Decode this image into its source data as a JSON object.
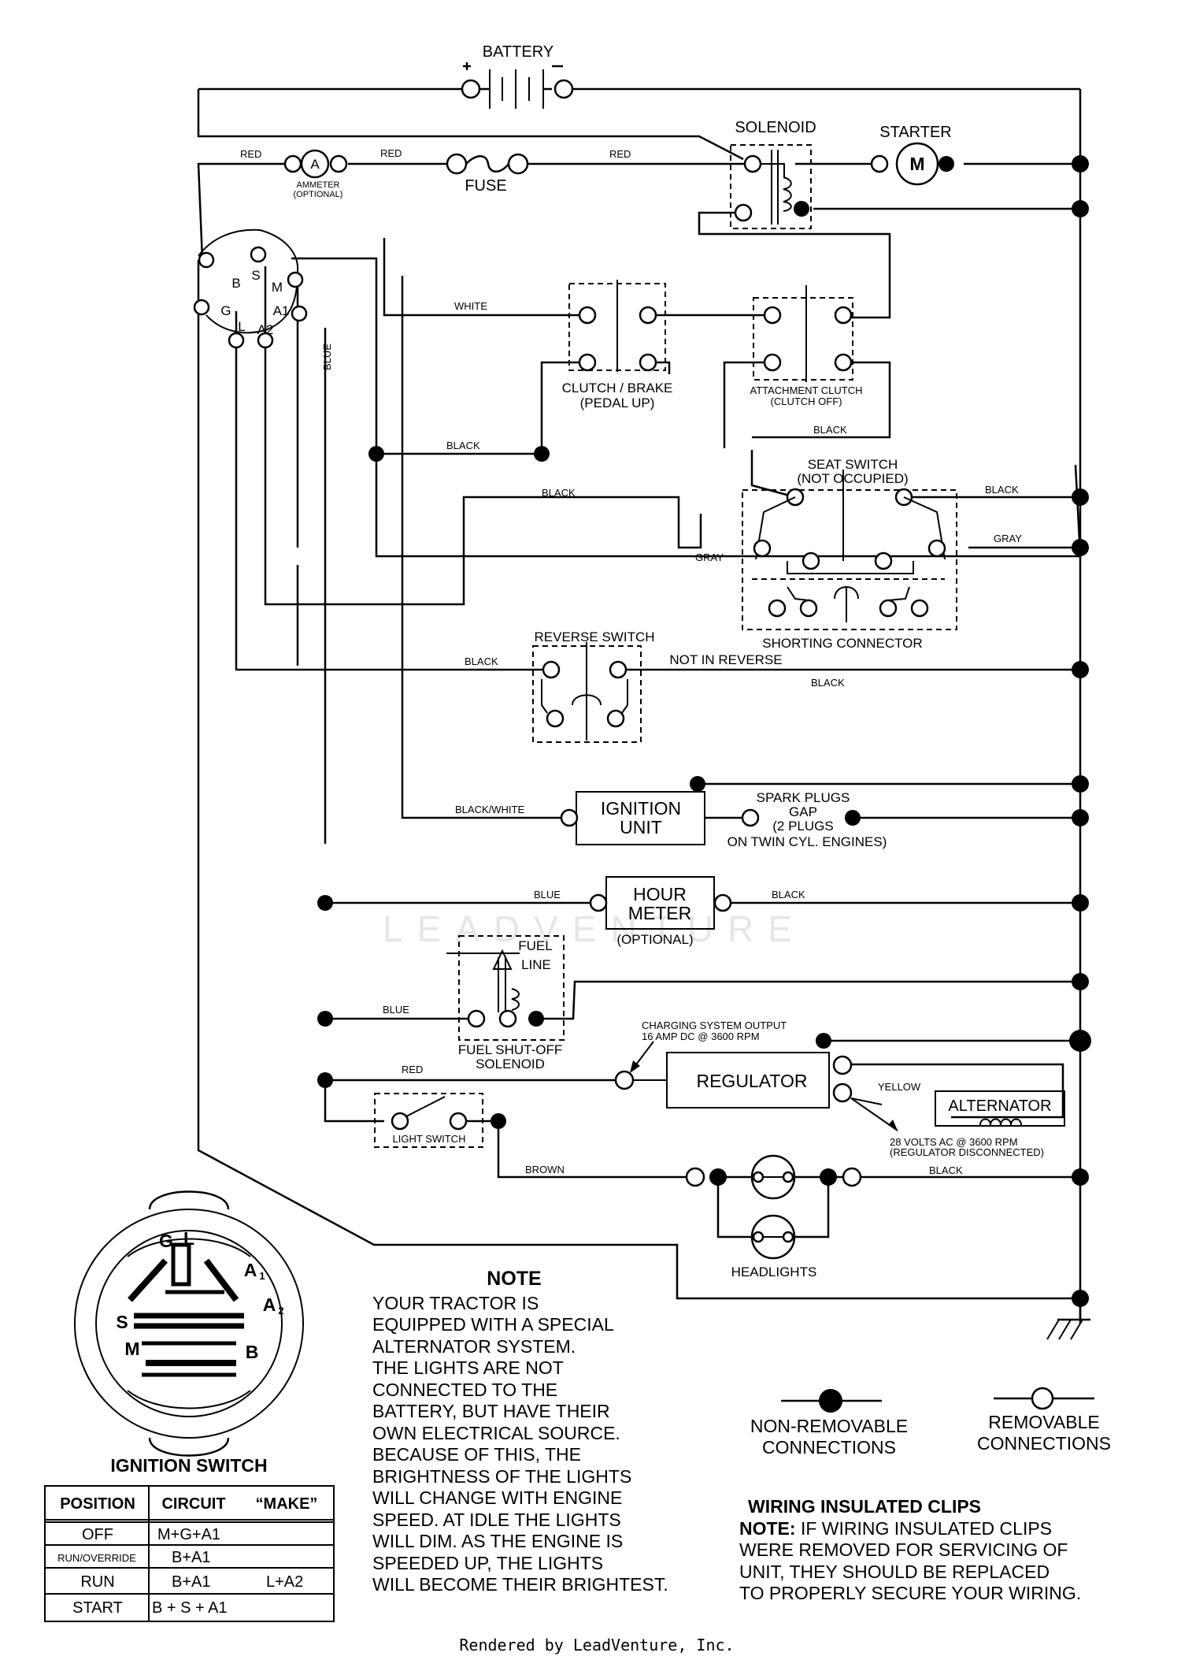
{
  "components": {
    "battery": "BATTERY",
    "solenoid": "SOLENOID",
    "starter": "STARTER",
    "starter_symbol": "M",
    "ammeter_symbol": "A",
    "ammeter": [
      "AMMETER",
      "(OPTIONAL)"
    ],
    "fuse": "FUSE",
    "clutch_brake": [
      "CLUTCH / BRAKE",
      "(PEDAL UP)"
    ],
    "attachment_clutch": [
      "ATTACHMENT CLUTCH",
      "(CLUTCH OFF)"
    ],
    "seat_switch": [
      "SEAT SWITCH",
      "(NOT OCCUPIED)"
    ],
    "shorting_connector": "SHORTING CONNECTOR",
    "reverse_switch": "REVERSE SWITCH",
    "not_in_reverse": "NOT IN REVERSE",
    "ignition_unit": [
      "IGNITION",
      "UNIT"
    ],
    "spark_plugs": [
      "SPARK PLUGS",
      "GAP",
      "(2 PLUGS",
      "ON TWIN CYL. ENGINES)"
    ],
    "hour_meter": [
      "HOUR",
      "METER"
    ],
    "hour_meter_optional": "(OPTIONAL)",
    "fuel_line": [
      "FUEL",
      "LINE"
    ],
    "fuel_solenoid": [
      "FUEL SHUT-OFF",
      "SOLENOID"
    ],
    "charging_output": [
      "CHARGING SYSTEM OUTPUT",
      "16 AMP DC @ 3600 RPM"
    ],
    "regulator": "REGULATOR",
    "alternator": "ALTERNATOR",
    "alternator_output": [
      "28 VOLTS AC @ 3600 RPM",
      "(REGULATOR DISCONNECTED)"
    ],
    "light_switch": "LIGHT SWITCH",
    "headlights": "HEADLIGHTS"
  },
  "switch_terminals": [
    "B",
    "S",
    "M",
    "G",
    "L",
    "A1",
    "A2"
  ],
  "wires": {
    "red": "RED",
    "white": "WHITE",
    "blue": "BLUE",
    "black": "BLACK",
    "gray": "GRAY",
    "black_white": "BLACK/WHITE",
    "yellow": "YELLOW",
    "brown": "BROWN"
  },
  "ignition_face": {
    "letters": [
      "G",
      "L",
      "A",
      "A",
      "S",
      "M",
      "B"
    ],
    "subscripts": [
      "1",
      "2"
    ]
  },
  "ignition_switch": {
    "title": "IGNITION SWITCH",
    "headers": [
      "POSITION",
      "CIRCUIT",
      "“MAKE”"
    ],
    "rows": [
      {
        "position": "OFF",
        "circuit": "M+G+A1",
        "make": ""
      },
      {
        "position": "RUN/OVERRIDE",
        "circuit": "B+A1",
        "make": ""
      },
      {
        "position": "RUN",
        "circuit": "B+A1",
        "make": "L+A2"
      },
      {
        "position": "START",
        "circuit": "B + S + A1",
        "make": ""
      }
    ]
  },
  "note": {
    "title": "NOTE",
    "lines": [
      "YOUR TRACTOR IS",
      "EQUIPPED WITH A SPECIAL",
      "ALTERNATOR SYSTEM.",
      "THE LIGHTS ARE NOT",
      "CONNECTED TO THE",
      "BATTERY, BUT HAVE THEIR",
      "OWN ELECTRICAL SOURCE.",
      "BECAUSE OF THIS, THE",
      "BRIGHTNESS OF THE LIGHTS",
      "WILL CHANGE WITH ENGINE",
      "SPEED.  AT IDLE THE LIGHTS",
      "WILL DIM.  AS THE ENGINE IS",
      "SPEEDED UP, THE LIGHTS",
      "WILL BECOME THEIR BRIGHTEST."
    ]
  },
  "legend": {
    "non_removable": [
      "NON-REMOVABLE",
      "CONNECTIONS"
    ],
    "removable": [
      "REMOVABLE",
      "CONNECTIONS"
    ]
  },
  "clips": {
    "title": "WIRING INSULATED CLIPS",
    "note_label": "NOTE:",
    "lines": [
      " IF WIRING INSULATED CLIPS",
      "WERE REMOVED FOR SERVICING OF",
      " UNIT, THEY SHOULD BE REPLACED",
      "TO PROPERLY SECURE YOUR WIRING."
    ]
  },
  "watermark": "LEADVENTURE",
  "footer": "Rendered by LeadVenture, Inc."
}
